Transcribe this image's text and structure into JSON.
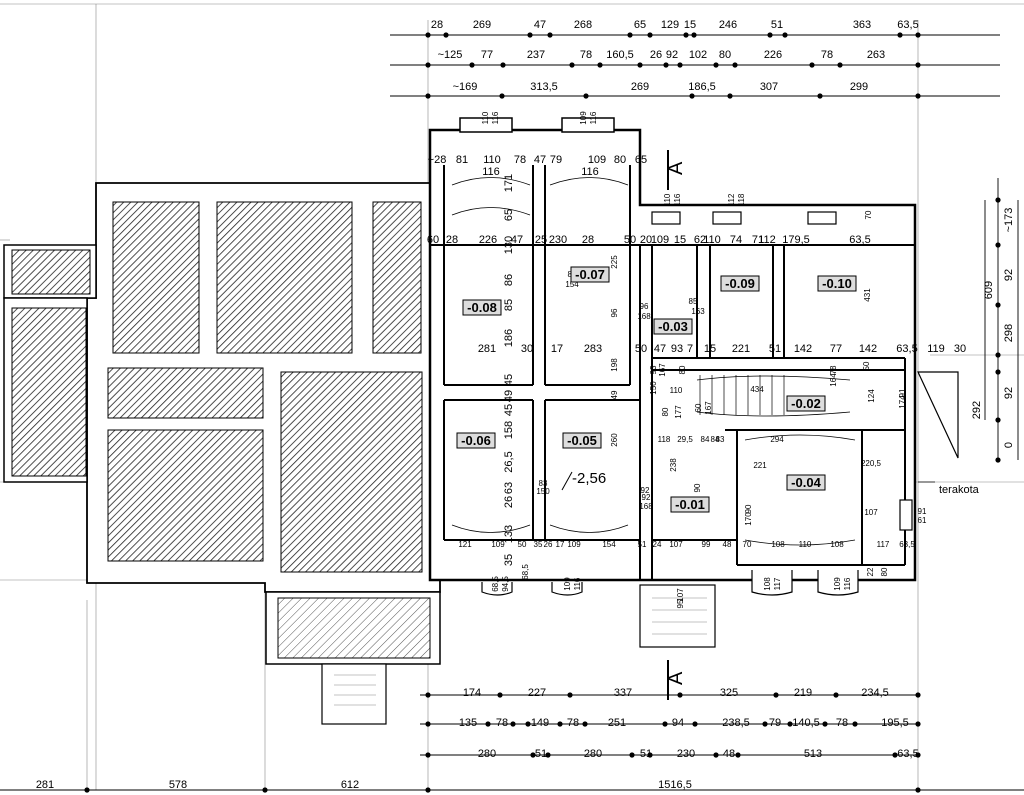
{
  "top_rows": [
    [
      "28",
      "269",
      "47",
      "268",
      "65",
      "129",
      "15",
      "246",
      "51",
      "363",
      "63,5"
    ],
    [
      "~125",
      "77",
      "237",
      "78",
      "160,5",
      "26",
      "92",
      "102",
      "80",
      "226",
      "78",
      "263"
    ],
    [
      "~169",
      "313,5",
      "269",
      "186,5",
      "307",
      "299"
    ]
  ],
  "bottom_rows": [
    [
      "174",
      "227",
      "337",
      "325",
      "219",
      "234,5"
    ],
    [
      "135",
      "78",
      "149",
      "78",
      "251",
      "94",
      "238,5",
      "79",
      "140,5",
      "78",
      "195,5"
    ],
    [
      "280",
      "51",
      "280",
      "51",
      "230",
      "48",
      "513",
      "63,5"
    ]
  ],
  "overall_row": [
    "281",
    "578",
    "612",
    "1516,5"
  ],
  "right_dims": [
    "~173",
    "92",
    "298",
    "92",
    "0",
    "609",
    "292"
  ],
  "levels": [
    "-0.08",
    "-0.07",
    "-0.03",
    "-0.09",
    "-0.10",
    "-0.06",
    "-0.05",
    "-0.02",
    "-0.01",
    "-0.04"
  ],
  "spot_level": "2,56",
  "section_label": "A",
  "material_label": "terakota",
  "room_dims": {
    "row1": [
      "~28",
      "81",
      "110",
      "78",
      "47",
      "79",
      "109",
      "80",
      "65",
      "116",
      "116"
    ],
    "row2": [
      "60",
      "28",
      "226",
      "47",
      "25",
      "230",
      "28",
      "50",
      "20",
      "109",
      "15",
      "62",
      "110",
      "74",
      "71",
      "112",
      "179,5",
      "63,5"
    ],
    "row3": [
      "281",
      "30",
      "17",
      "283",
      "50",
      "47",
      "93",
      "7",
      "15",
      "221",
      "51",
      "142",
      "77",
      "142",
      "63,5",
      "119",
      "30"
    ],
    "row4": [
      "121",
      "109",
      "50",
      "35",
      "26",
      "17",
      "109",
      "154",
      "51",
      "24",
      "107",
      "99",
      "48",
      "70",
      "108",
      "110",
      "108",
      "117",
      "63,5"
    ],
    "vert": [
      "171",
      "65",
      "130",
      "86",
      "85",
      "186",
      "45",
      "49",
      "45",
      "158",
      "26,5",
      "63",
      "26",
      "133",
      "35"
    ],
    "misc": [
      "85",
      "154",
      "96",
      "168",
      "85",
      "163",
      "225",
      "96",
      "198",
      "49",
      "260",
      "92",
      "83",
      "150",
      "92",
      "168",
      "434",
      "110",
      "294",
      "84",
      "221",
      "220,5",
      "107",
      "90",
      "170",
      "91",
      "61",
      "91",
      "174",
      "124",
      "50",
      "78",
      "164",
      "431",
      "70",
      "238",
      "118",
      "29,5",
      "84",
      "83",
      "80",
      "177",
      "107",
      "95",
      "108",
      "117",
      "109",
      "116",
      "109",
      "116",
      "68,5",
      "94,5",
      "68,5",
      "22",
      "80",
      "150",
      "60",
      "167",
      "93",
      "167",
      "80",
      "90"
    ],
    "windows": [
      "110",
      "116",
      "109",
      "116",
      "110",
      "116",
      "112",
      "118"
    ]
  }
}
